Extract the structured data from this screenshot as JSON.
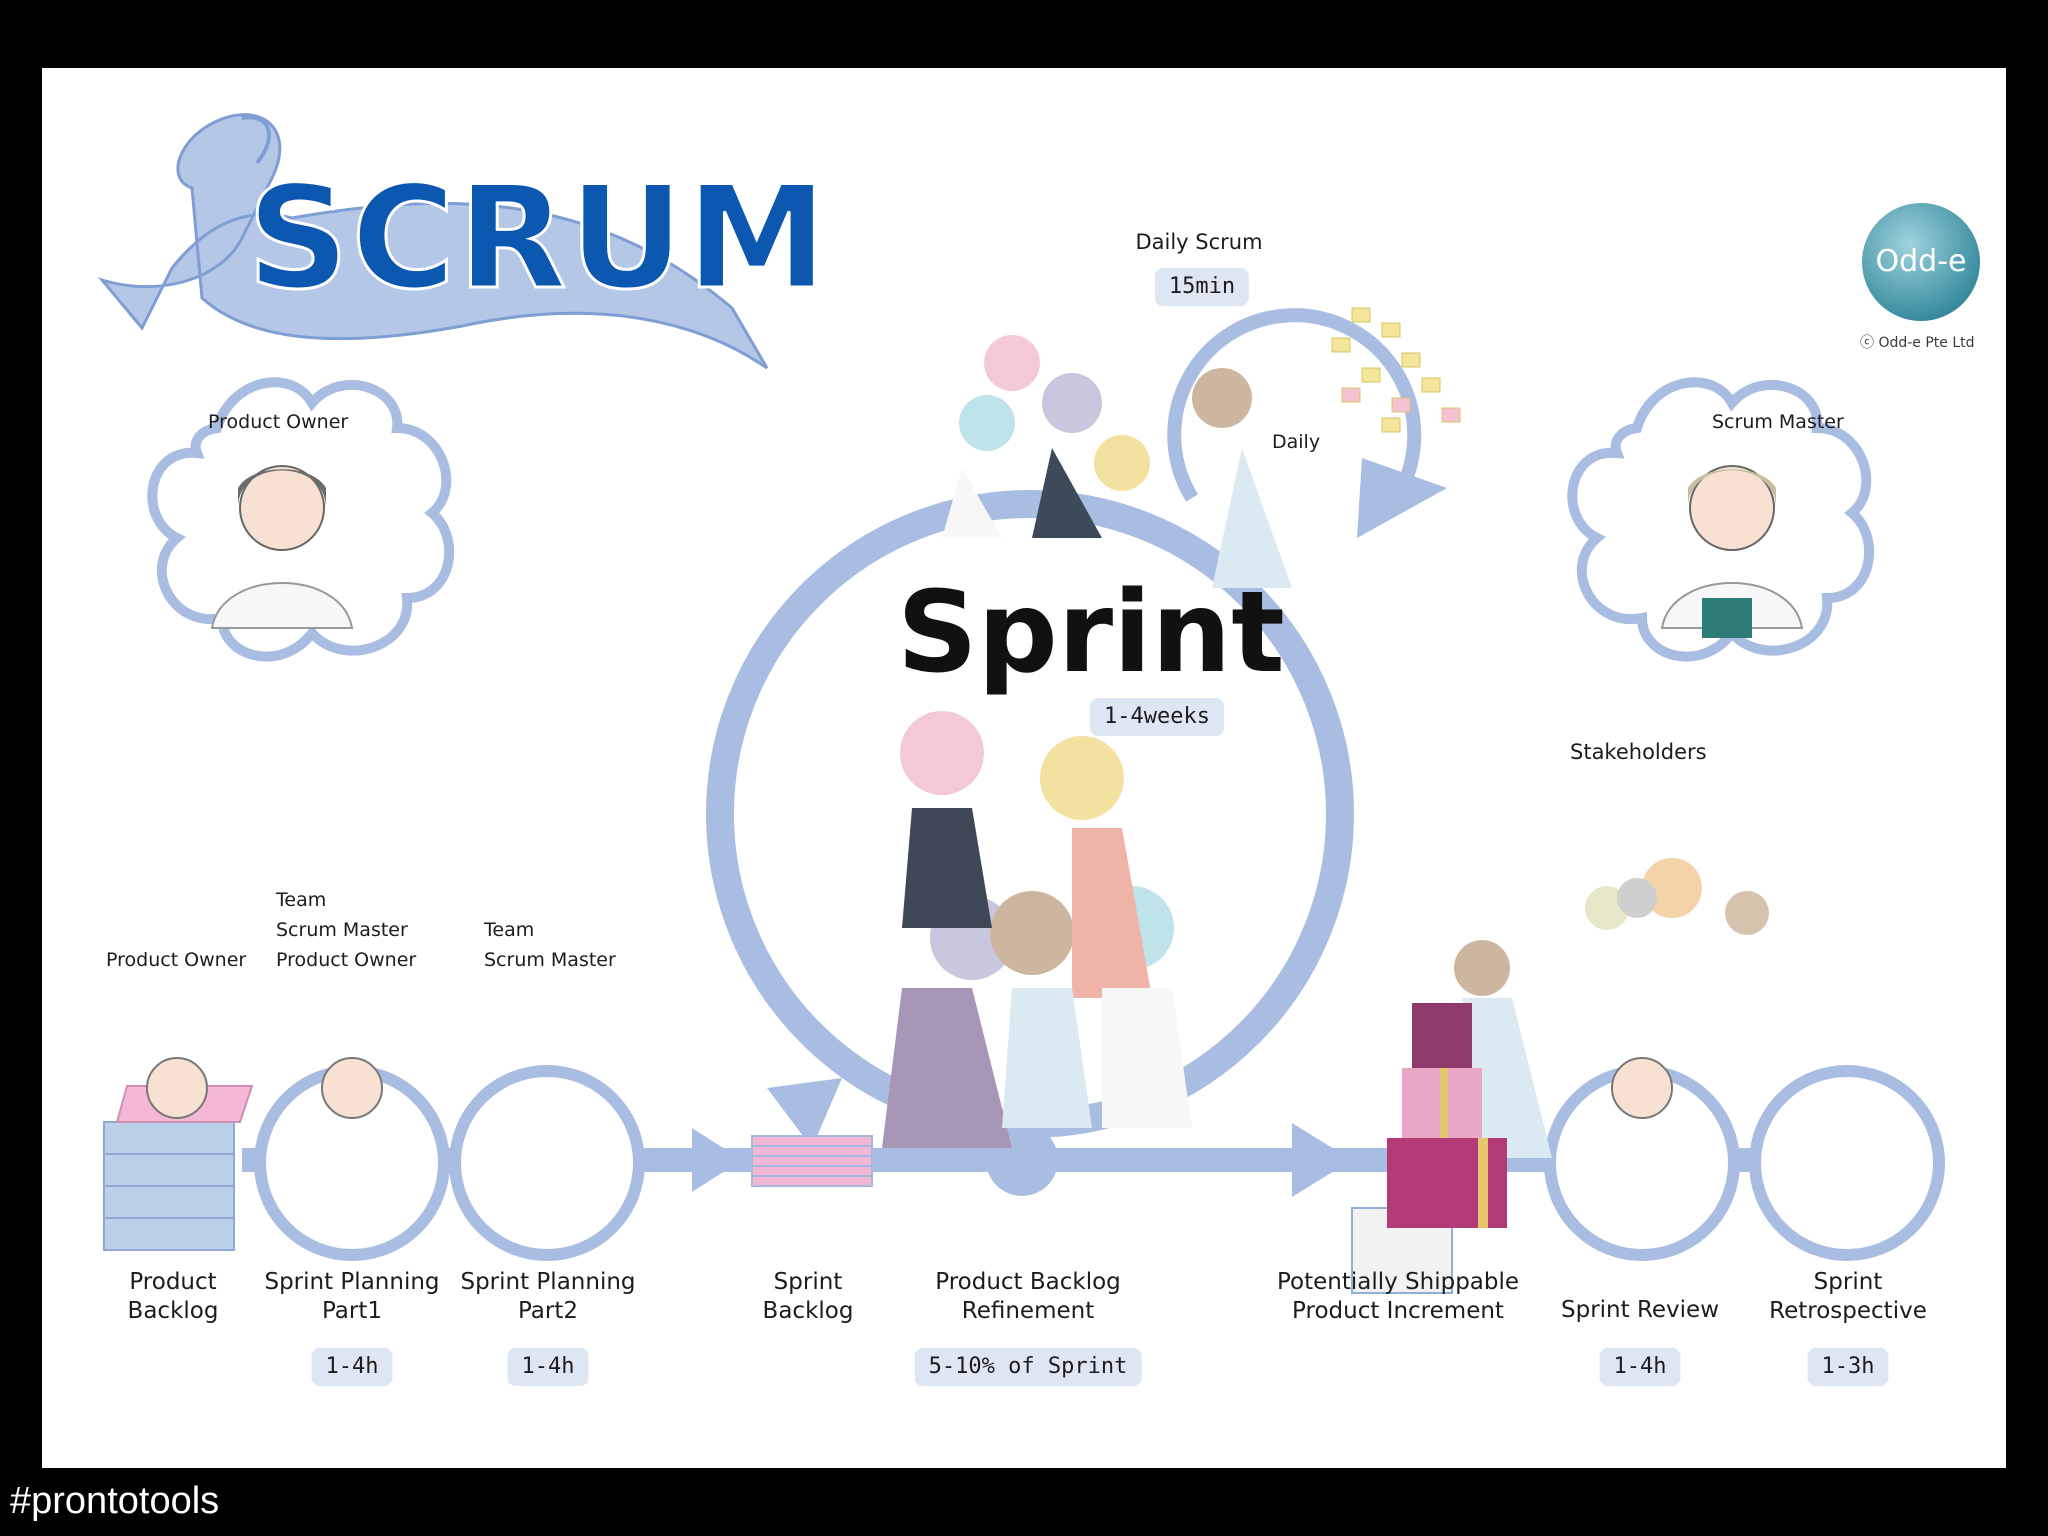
{
  "title": "SCRUM",
  "logo": {
    "name": "Odd-e",
    "copyright": "Odd-e Pte Ltd"
  },
  "sprint": {
    "title": "Sprint",
    "duration": "1-4weeks"
  },
  "daily_scrum": {
    "label": "Daily Scrum",
    "duration": "15min",
    "board_label": "Daily"
  },
  "roles": {
    "product_owner": "Product Owner",
    "scrum_master": "Scrum Master",
    "stakeholders": "Stakeholders"
  },
  "participants": {
    "product_backlog": [
      "Product Owner"
    ],
    "planning1": [
      "Team",
      "Scrum Master",
      "Product Owner"
    ],
    "planning2": [
      "Team",
      "Scrum Master"
    ]
  },
  "flow": [
    {
      "id": "product-backlog",
      "label": [
        "Product",
        "Backlog"
      ],
      "duration": ""
    },
    {
      "id": "sprint-planning-part1",
      "label": [
        "Sprint Planning",
        "Part1"
      ],
      "duration": "1-4h"
    },
    {
      "id": "sprint-planning-part2",
      "label": [
        "Sprint Planning",
        "Part2"
      ],
      "duration": "1-4h"
    },
    {
      "id": "sprint-backlog",
      "label": [
        "Sprint",
        "Backlog"
      ],
      "duration": ""
    },
    {
      "id": "product-backlog-refinement",
      "label": [
        "Product Backlog",
        "Refinement"
      ],
      "duration": "5-10% of Sprint"
    },
    {
      "id": "potentially-shippable-product-increment",
      "label": [
        "Potentially Shippable",
        "Product Increment"
      ],
      "duration": ""
    },
    {
      "id": "sprint-review",
      "label": [
        "Sprint Review"
      ],
      "duration": "1-4h"
    },
    {
      "id": "sprint-retrospective",
      "label": [
        "Sprint",
        "Retrospective"
      ],
      "duration": "1-3h"
    }
  ],
  "colors": {
    "ribbon": "#b4c7e7",
    "ribbon_dark": "#7f9ed3",
    "circle": "#a9bde2",
    "title_blue": "#0c57b0",
    "backlog_blue": "#bcd0ea",
    "backlog_pink": "#f2b8d6",
    "badge_bg": "#dfe6f3"
  },
  "footer": "#prontotools"
}
